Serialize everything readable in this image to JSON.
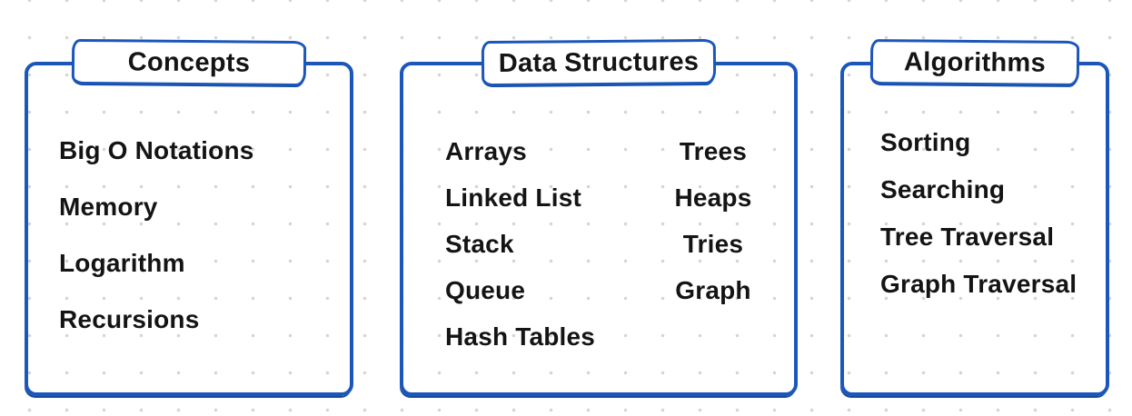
{
  "cards": [
    {
      "title": "Concepts",
      "items": [
        "Big O Notations",
        "Memory",
        "Logarithm",
        "Recursions"
      ]
    },
    {
      "title": "Data Structures",
      "columns": {
        "left": [
          "Arrays",
          "Linked List",
          "Stack",
          "Queue",
          "Hash Tables"
        ],
        "right": [
          "Trees",
          "Heaps",
          "Tries",
          "Graph"
        ]
      }
    },
    {
      "title": "Algorithms",
      "items": [
        "Sorting",
        "Searching",
        "Tree Traversal",
        "Graph Traversal"
      ]
    }
  ],
  "colors": {
    "border_blue": "#1b57b9",
    "border_blue_dark": "#154a9e",
    "text": "#141414",
    "dot": "#d4d4d4",
    "bg": "#ffffff"
  }
}
